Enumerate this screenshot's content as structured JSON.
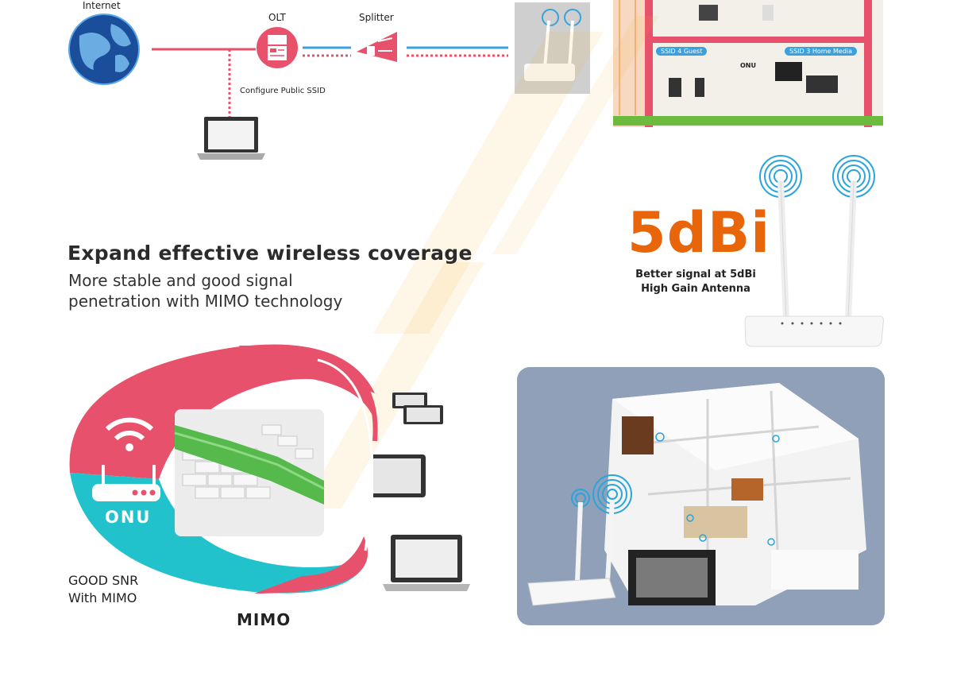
{
  "topology": {
    "internet_label": "Internet",
    "olt_label": "OLT",
    "splitter_label": "Splitter",
    "configure_label": "Configure Public SSID",
    "house": {
      "ssid_guest": "SSID 4 Guest",
      "ssid_home": "SSID 3 Home Media",
      "onu_label": "ONU"
    }
  },
  "coverage": {
    "headline": "Expand effective wireless coverage",
    "line1": "More stable and good signal",
    "line2": "penetration with MIMO technology"
  },
  "antenna": {
    "gain": "5dBi",
    "note_line1": "Better signal at 5dBi",
    "note_line2": "High Gain Antenna"
  },
  "mimo_section": {
    "onu_word": "ONU",
    "snr_line1": "GOOD SNR",
    "snr_line2": "With MIMO",
    "mimo_label": "MIMO"
  },
  "colors": {
    "pink": "#e8516b",
    "teal": "#22c2cc",
    "orange": "#e8650a",
    "blue_line": "#3aa0e0"
  }
}
